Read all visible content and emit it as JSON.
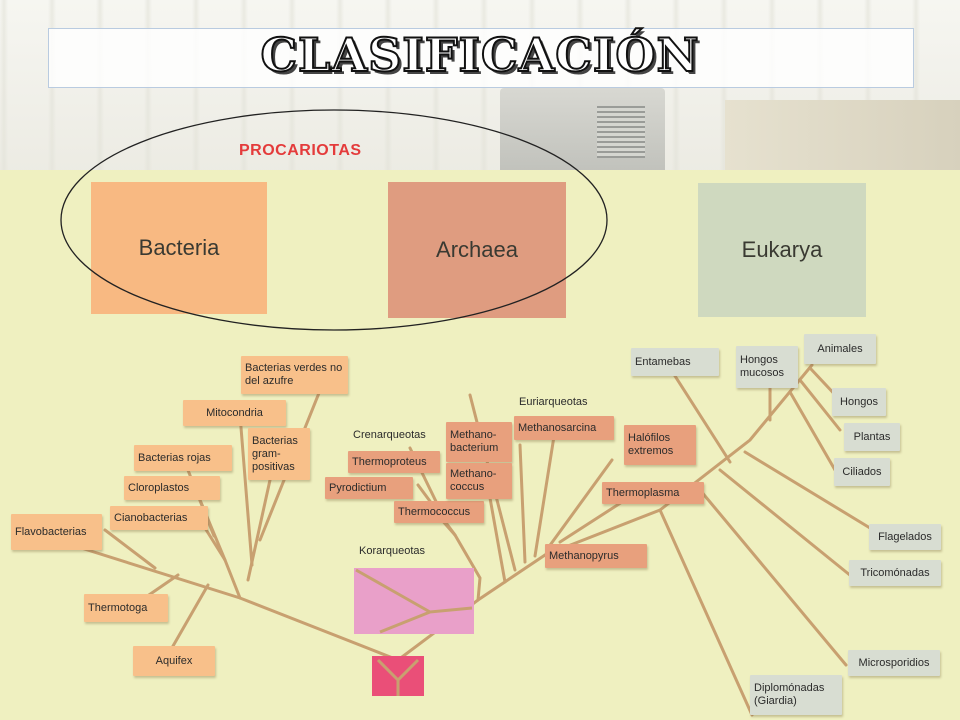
{
  "title": "CLASIFICACIÓN",
  "highlight_label": "PROCARIOTAS",
  "domains": {
    "bacteria": "Bacteria",
    "archaea": "Archaea",
    "eukarya": "Eukarya"
  },
  "bacteria_groups": {
    "green_nonsulfur": "Bacterias verdes no del azufre",
    "mitochondria": "Mitocondria",
    "gram_positive": "Bacterias gram-positivas",
    "purple": "Bacterias rojas",
    "chloroplasts": "Cloroplastos",
    "cyanobacteria": "Cianobacterias",
    "flavobacteria": "Flavobacterias",
    "thermotoga": "Thermotoga",
    "aquifex": "Aquifex"
  },
  "archaea_groups": {
    "crenarchaeota_heading": "Crenarqueotas",
    "euryarchaeota_heading": "Euriarqueotas",
    "korarchaeota_heading": "Korarqueotas",
    "thermoproteus": "Thermoproteus",
    "pyrodictium": "Pyrodictium",
    "thermococcus": "Thermococcus",
    "methanobacterium": "Methano- bacterium",
    "methanococcus": "Methano- coccus",
    "methanosarcina": "Methanosarcina",
    "halophiles": "Halófilos extremos",
    "thermoplasma": "Thermoplasma",
    "methanopyrus": "Methanopyrus"
  },
  "eukarya_groups": {
    "entamoebae": "Entamebas",
    "slime_molds": "Hongos mucosos",
    "animals": "Animales",
    "fungi": "Hongos",
    "plants": "Plantas",
    "ciliates": "Ciliados",
    "flagellates": "Flagelados",
    "trichomonads": "Tricomónadas",
    "microsporidia": "Microsporidios",
    "diplomonads": "Diplomónadas (Giardia)"
  },
  "colors": {
    "bacteria_box": "#f8b982",
    "archaea_box": "#df9c80",
    "eukarya_box": "#cfd9bf",
    "branch": "#c8a070",
    "highlight": "#e43b3b"
  }
}
